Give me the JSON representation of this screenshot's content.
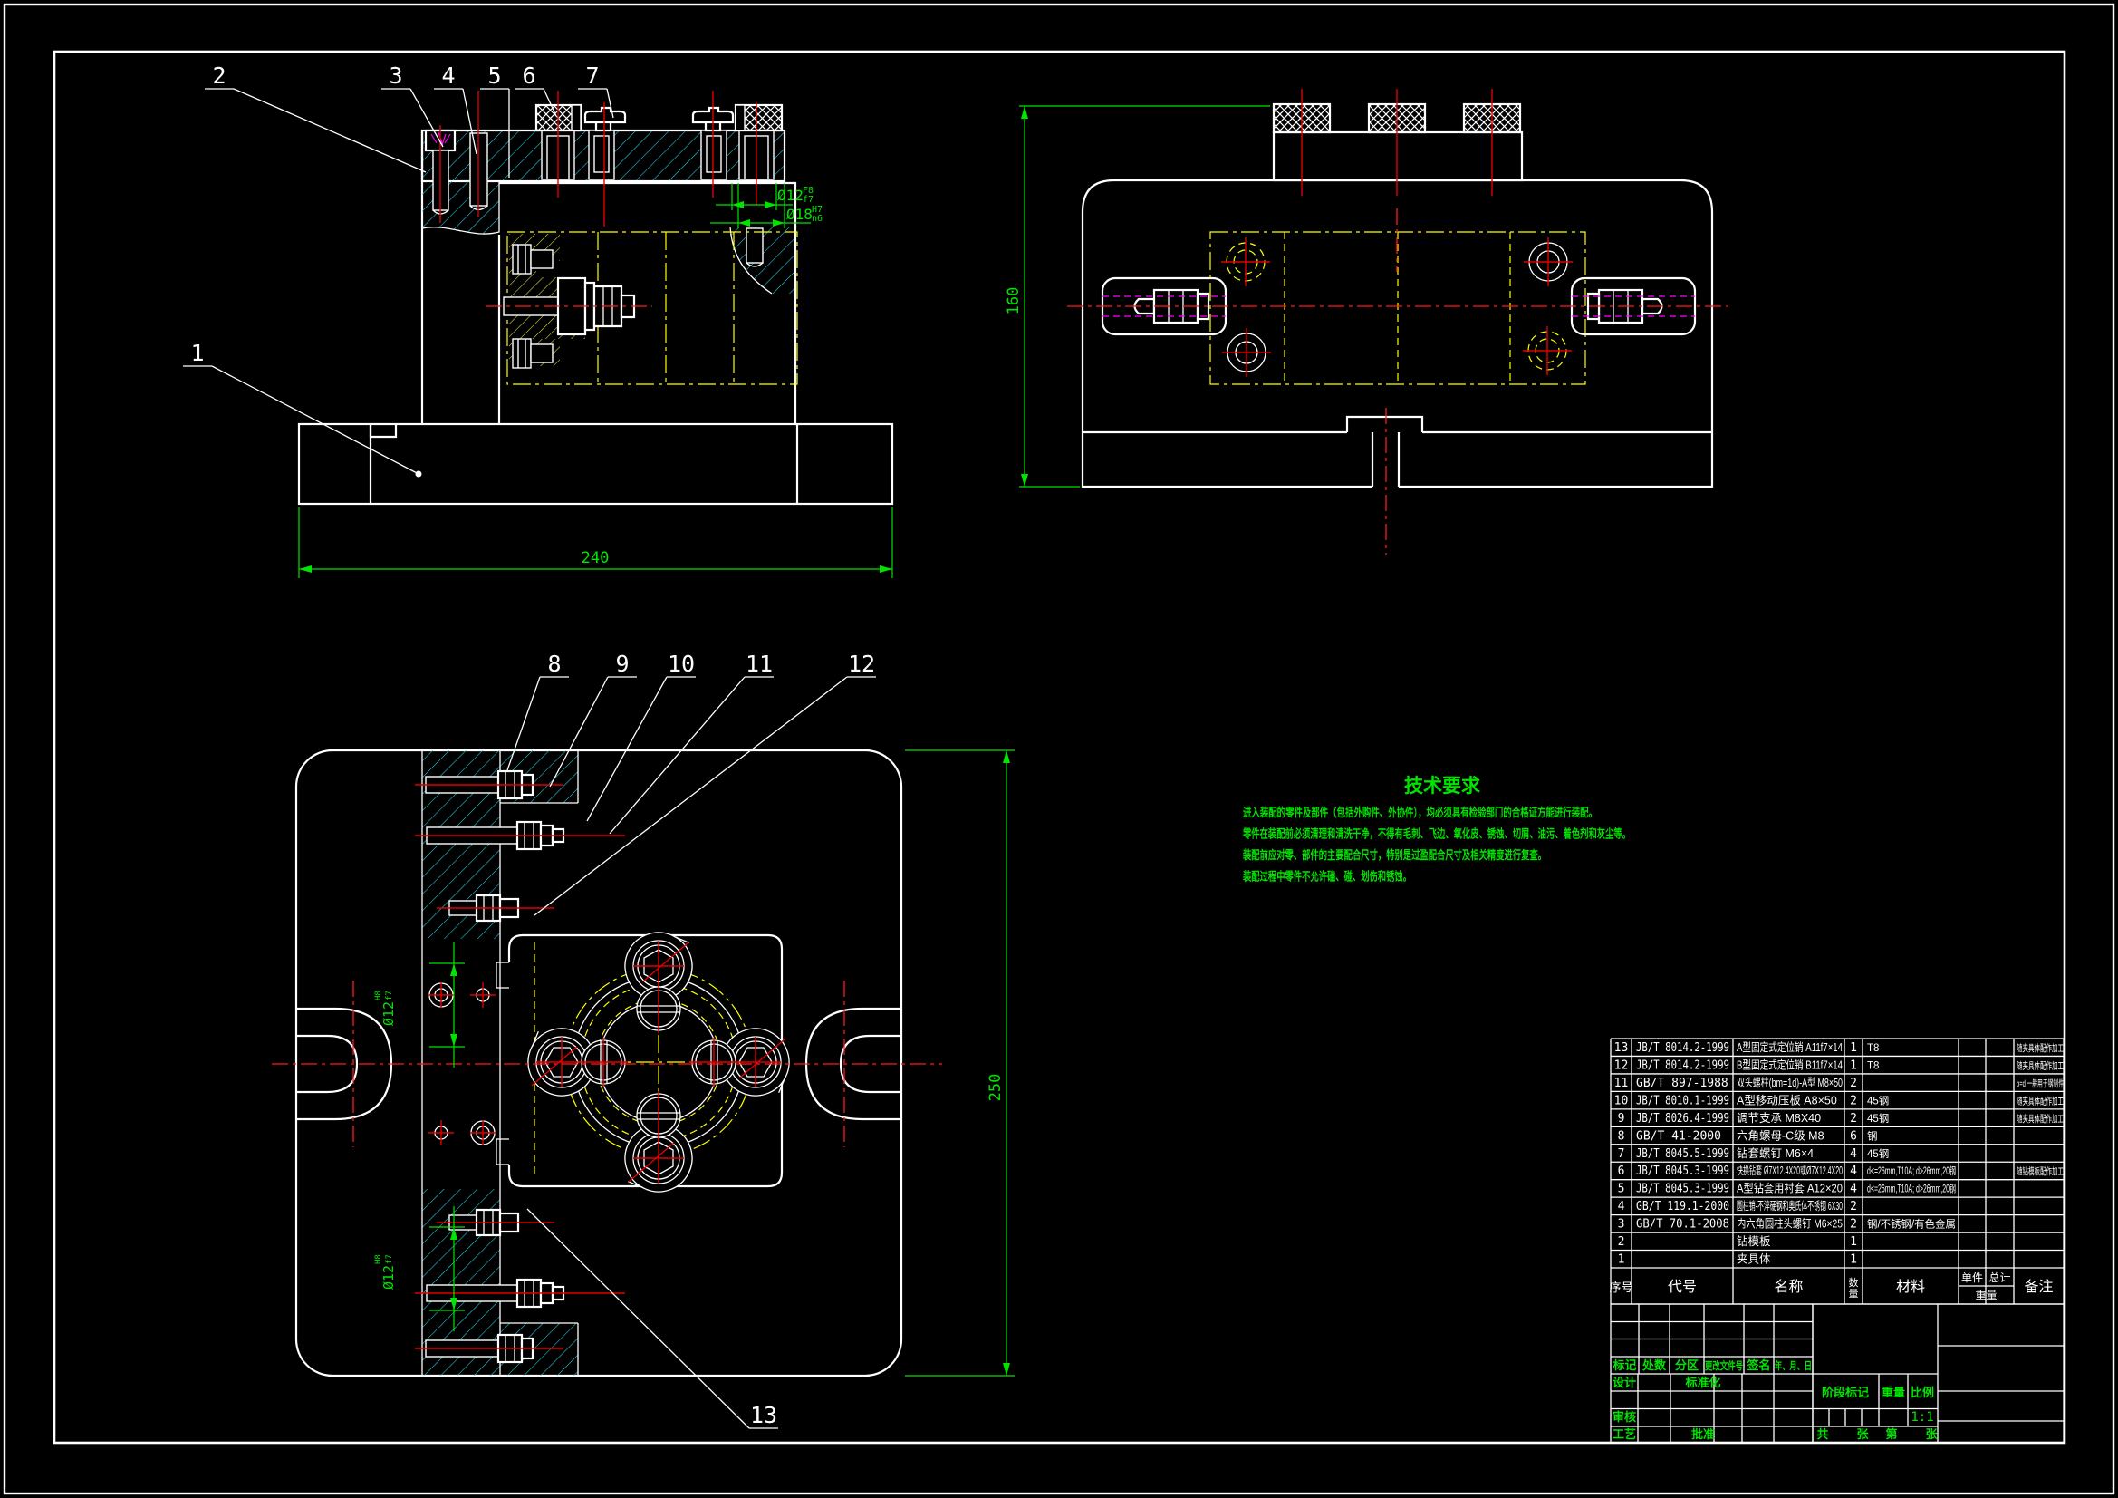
{
  "drawing": {
    "type": "CAD assembly drawing (drill jig fixture)",
    "background": "#000000",
    "colors": {
      "lines": "#ffffff",
      "dimensions": "#00e400",
      "centerlines": "#e00000",
      "phantom_workpiece": "#ffff00",
      "hatch": "#00ffff",
      "hidden": "#ff00ff"
    },
    "scale_label": "1:1"
  },
  "callouts": {
    "front_view": [
      "1",
      "2",
      "3",
      "4",
      "5",
      "6",
      "7"
    ],
    "plan_view": [
      "8",
      "9",
      "10",
      "11",
      "12",
      "13"
    ]
  },
  "dimensions": {
    "base_width": "240",
    "body_height": "160",
    "plan_height": "250",
    "bush_bore": "Ø12",
    "bush_bore_tol_top": "F8",
    "bush_bore_tol_bot": "f7",
    "liner_od": "Ø18",
    "liner_od_tol_top": "H7",
    "liner_od_tol_bot": "n6",
    "pin_hole_upper": "Ø12",
    "pin_hole_upper_tol_top": "H8",
    "pin_hole_upper_tol_bot": "f7",
    "pin_hole_lower": "Ø12",
    "pin_hole_lower_tol_top": "H8",
    "pin_hole_lower_tol_bot": "f7"
  },
  "tech_req": {
    "title": "技术要求",
    "lines": [
      "进入装配的零件及部件（包括外购件、外协件），均必须具有检验部门的合格证方能进行装配。",
      "零件在装配前必须清理和清洗干净，不得有毛刺、飞边、氧化皮、锈蚀、切屑、油污、着色剂和灰尘等。",
      "装配前应对零、部件的主要配合尺寸，特别是过盈配合尺寸及相关精度进行复查。",
      "装配过程中零件不允许磕、碰、划伤和锈蚀。"
    ]
  },
  "bom": {
    "headers": {
      "seq": "序号",
      "code": "代号",
      "name": "名称",
      "qty": "数量",
      "material": "材料",
      "unit": "单件",
      "total": "总计",
      "weight": "重量",
      "remark": "备注"
    },
    "rows": [
      {
        "seq": "13",
        "code": "JB/T 8014.2-1999",
        "name": "A型固定式定位销 A11f7×14",
        "qty": "1",
        "material": "T8",
        "remark": "随夹具体配作加工"
      },
      {
        "seq": "12",
        "code": "JB/T 8014.2-1999",
        "name": "B型固定式定位销 B11f7×14",
        "qty": "1",
        "material": "T8",
        "remark": "随夹具体配作加工"
      },
      {
        "seq": "11",
        "code": "GB/T 897-1988",
        "name": "双头螺柱(bm=1d)-A型 M8×50",
        "qty": "2",
        "material": "",
        "remark": "b=d 一般用于钢制件"
      },
      {
        "seq": "10",
        "code": "JB/T 8010.1-1999",
        "name": "A型移动压板 A8×50",
        "qty": "2",
        "material": "45钢",
        "remark": "随夹具体配作加工"
      },
      {
        "seq": "9",
        "code": "JB/T 8026.4-1999",
        "name": "调节支承 M8X40",
        "qty": "2",
        "material": "45钢",
        "remark": "随夹具体配作加工"
      },
      {
        "seq": "8",
        "code": "GB/T 41-2000",
        "name": "六角螺母-C级 M8",
        "qty": "6",
        "material": "钢",
        "remark": ""
      },
      {
        "seq": "7",
        "code": "JB/T 8045.5-1999",
        "name": "钻套螺钉 M6×4",
        "qty": "4",
        "material": "45钢",
        "remark": ""
      },
      {
        "seq": "6",
        "code": "JB/T 8045.3-1999",
        "name": "快换钻套 Ø7X12.4X20或Ø7X12.4X20",
        "qty": "4",
        "material": "d<=26mm,T10A; d>26mm,20钢",
        "remark": "随钻模板配作加工"
      },
      {
        "seq": "5",
        "code": "JB/T 8045.3-1999",
        "name": "A型钻套用衬套 A12×20",
        "qty": "4",
        "material": "d<=26mm,T10A; d>26mm,20钢",
        "remark": ""
      },
      {
        "seq": "4",
        "code": "GB/T 119.1-2000",
        "name": "圆柱销-不淬硬钢和奥氏体不锈钢 6X30",
        "qty": "2",
        "material": "",
        "remark": ""
      },
      {
        "seq": "3",
        "code": "GB/T 70.1-2008",
        "name": "内六角圆柱头螺钉 M6×25",
        "qty": "2",
        "material": "钢/不锈钢/有色金属",
        "remark": ""
      },
      {
        "seq": "2",
        "code": "",
        "name": "钻模板",
        "qty": "1",
        "material": "",
        "remark": ""
      },
      {
        "seq": "1",
        "code": "",
        "name": "夹具体",
        "qty": "1",
        "material": "",
        "remark": ""
      }
    ]
  },
  "title_block": {
    "biaoji": "标记",
    "chushu": "处数",
    "fenqu": "分区",
    "genggai": "更改文件号",
    "qianming": "签名",
    "riqi": "年、月、日",
    "sheji": "设计",
    "biaozhunhua": "标准化",
    "jieduan": "阶段标记",
    "zhongliang": "重量",
    "bili": "比例",
    "shenhe": "审核",
    "gongyi": "工艺",
    "pizhun": "批准",
    "gong": "共",
    "zhang1": "张",
    "di": "第",
    "zhang2": "张",
    "scale_value": "1:1"
  }
}
